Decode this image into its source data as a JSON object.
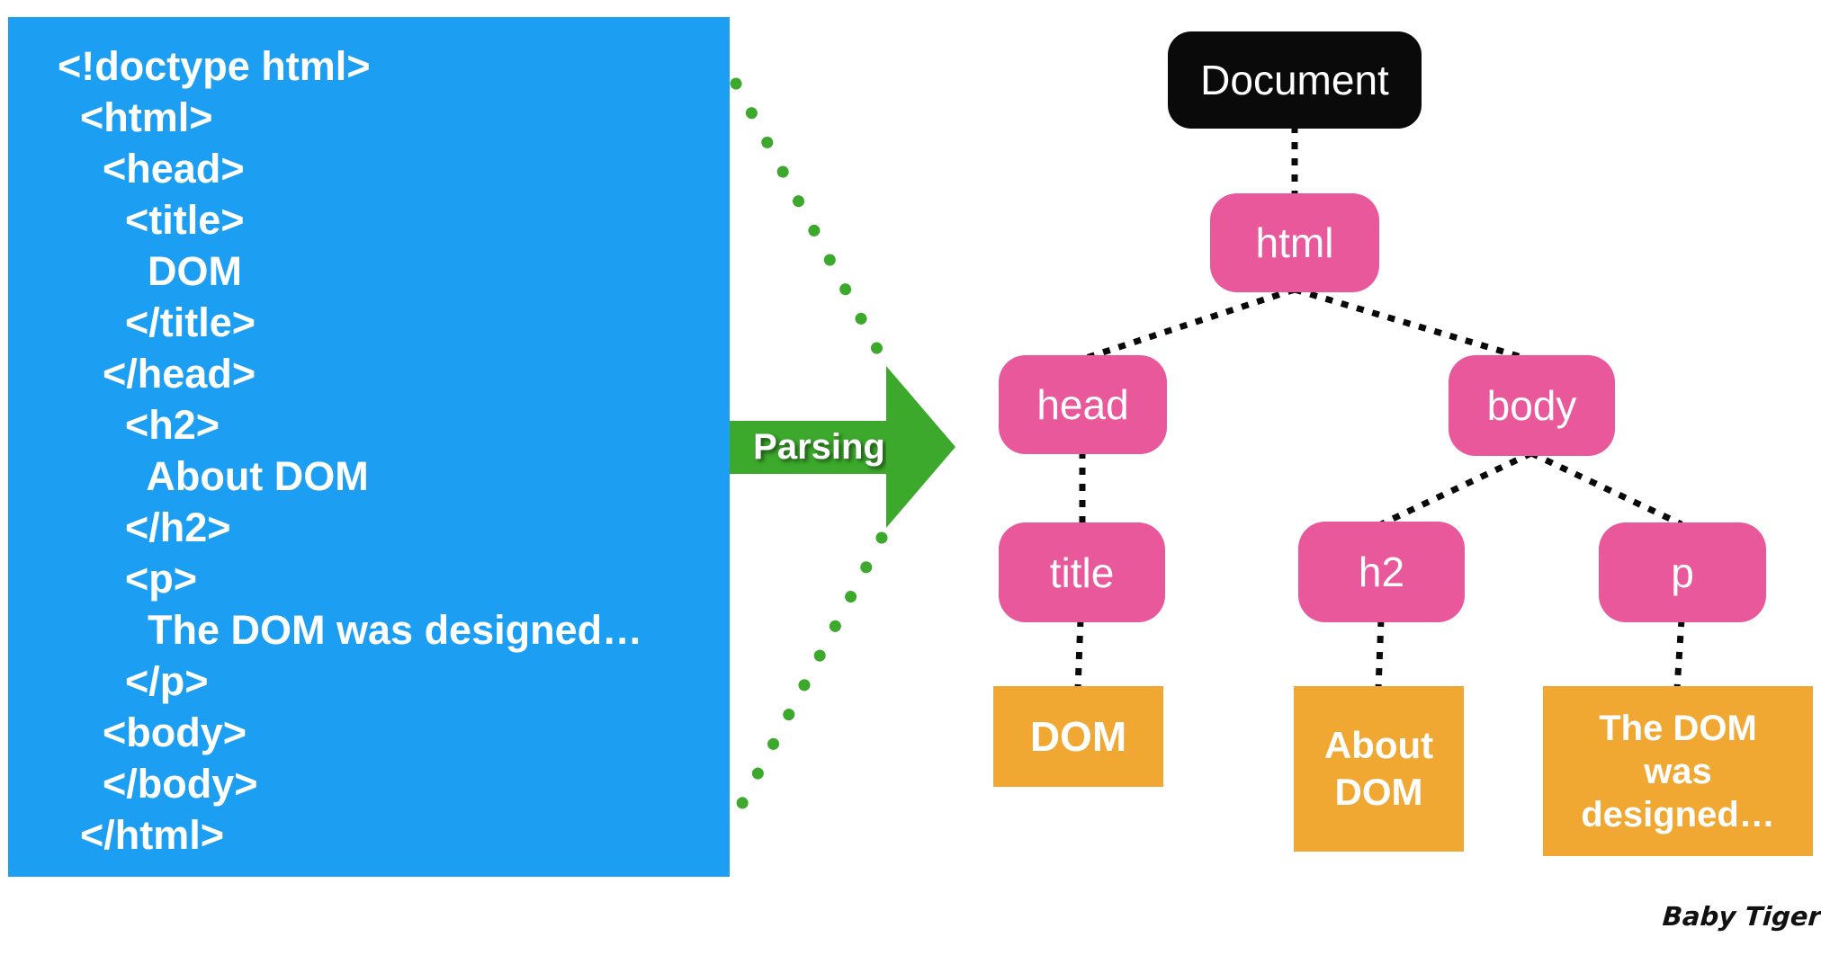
{
  "code_panel": {
    "lines": [
      "<!doctype html>",
      "  <html>",
      "    <head>",
      "      <title>",
      "        DOM",
      "      </title>",
      "    </head>",
      "      <h2>",
      "        About DOM",
      "      </h2>",
      "      <p>",
      "        The DOM was designed…",
      "      </p>",
      "    <body>",
      "    </body>",
      "  </html>"
    ]
  },
  "parsing_arrow": {
    "label": "Parsing"
  },
  "tree": {
    "document_label": "Document",
    "html_label": "html",
    "head_label": "head",
    "body_label": "body",
    "title_label": "title",
    "h2_label": "h2",
    "p_label": "p",
    "text_dom": "DOM",
    "text_about": "About\nDOM",
    "text_designed": "The DOM\nwas\ndesigned…"
  },
  "signature": "Baby Tiger",
  "colors": {
    "blue": "#1C9FF3",
    "pink": "#E8589B",
    "orange": "#F0A832",
    "green": "#3CA92C",
    "ink": "#0A0A0A"
  }
}
